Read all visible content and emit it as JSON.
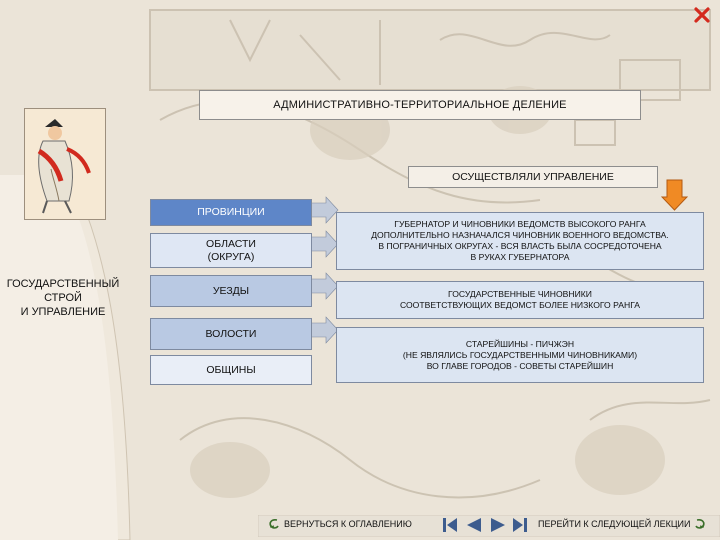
{
  "slide": {
    "title": "АДМИНИСТРАТИВНО-ТЕРРИТОРИАЛЬНОЕ ДЕЛЕНИЕ",
    "managed_label": "ОСУЩЕСТВЛЯЛИ УПРАВЛЕНИЕ",
    "state_label": [
      "ГОСУДАРСТВЕННЫЙ",
      "СТРОЙ",
      "И УПРАВЛЕНИЕ"
    ]
  },
  "levels": [
    {
      "label": [
        "ПРОВИНЦИИ"
      ]
    },
    {
      "label": [
        "ОБЛАСТИ",
        "(ОКРУГА)"
      ]
    },
    {
      "label": [
        "УЕЗДЫ"
      ]
    },
    {
      "label": [
        "ВОЛОСТИ"
      ]
    },
    {
      "label": [
        "ОБЩИНЫ"
      ]
    }
  ],
  "descriptions": [
    {
      "lines": [
        "ГУБЕРНАТОР И ЧИНОВНИКИ ВЕДОМСТВ ВЫСОКОГО РАНГА",
        "ДОПОЛНИТЕЛЬНО НАЗНАЧАЛСЯ ЧИНОВНИК ВОЕННОГО ВЕДОМСТВА.",
        "В ПОГРАНИЧНЫХ ОКРУГАХ - ВСЯ ВЛАСТЬ БЫЛА СОСРЕДОТОЧЕНА",
        "В РУКАХ ГУБЕРНАТОРА"
      ]
    },
    {
      "lines": [
        "ГОСУДАРСТВЕННЫЕ ЧИНОВНИКИ",
        "СООТВЕТСТВУЮЩИХ ВЕДОМСТ БОЛЕЕ НИЗКОГО РАНГА"
      ]
    },
    {
      "lines": [
        "СТАРЕЙШИНЫ - ПИЧЖЭН",
        "(НЕ ЯВЛЯЛИСЬ ГОСУДАРСТВЕННЫМИ ЧИНОВНИКАМИ)",
        "ВО ГЛАВЕ ГОРОДОВ - СОВЕТЫ СТАРЕЙШИН"
      ]
    }
  ],
  "footer": {
    "back_label": "ВЕРНУТЬСЯ К ОГЛАВЛЕНИЮ",
    "next_label": "ПЕРЕЙТИ К СЛЕДУЮЩЕЙ ЛЕКЦИИ"
  },
  "colors": {
    "accent_blue": "#5e86c8",
    "box_light_blue": "#dce5f2",
    "arrow_orange": "#f08a24",
    "close_red": "#d42a1e"
  }
}
